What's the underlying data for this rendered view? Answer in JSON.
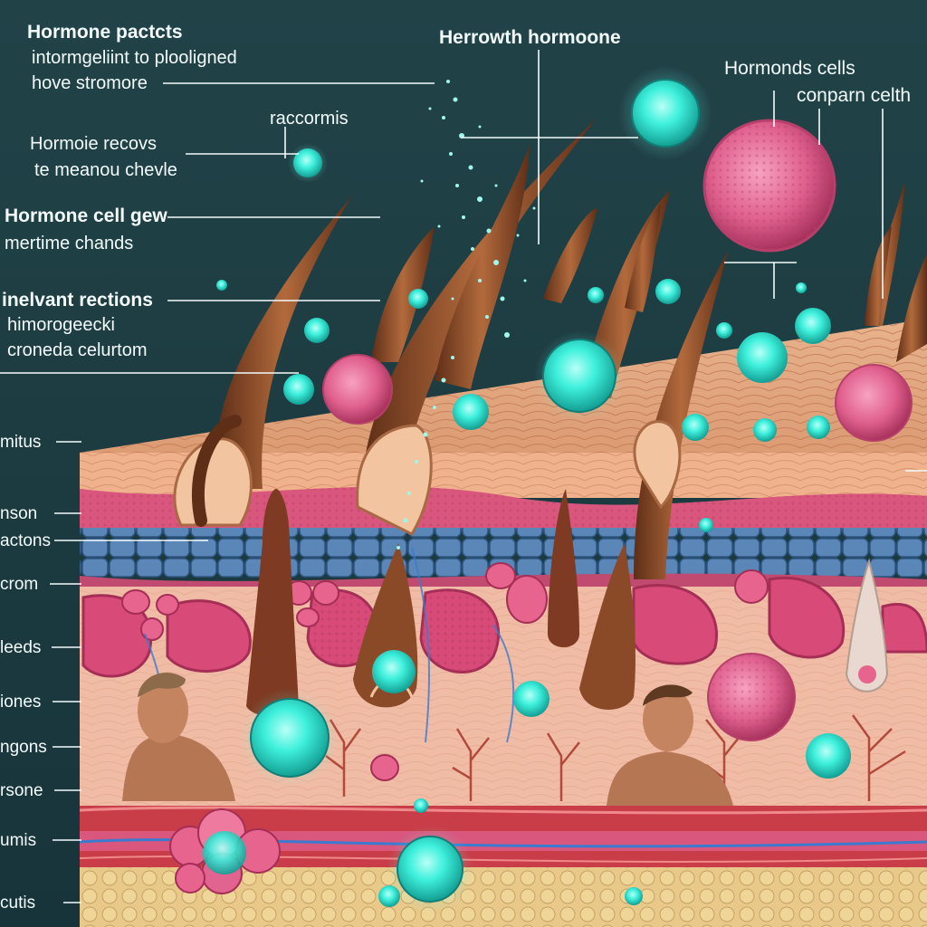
{
  "labels": {
    "top_left_1": "Hormone pactcts",
    "top_left_2": "intormgeliint to plooligned",
    "top_left_3": "hove stromore",
    "top_center": "Herrowth hormoone",
    "top_right_1": "Hormonds cells",
    "top_right_2": "conparn celth",
    "mid_racc": "raccormis",
    "left_a1": "Hormoie recovs",
    "left_a2": "te meanou chevle",
    "left_b1": "Hormone cell gew",
    "left_b2": "mertime chands",
    "left_c1": "inelvant rections",
    "left_c2": "himorogeecki",
    "left_c3": "croneda celurtom",
    "side_1": "mitus",
    "side_2": "nson",
    "side_3": "actons",
    "side_4": "crom",
    "side_5": "leeds",
    "side_6": "iones",
    "side_7": "ngons",
    "side_8": "rsone",
    "side_9": "umis",
    "side_10": "cutis"
  },
  "colors": {
    "background": "#1f4046",
    "skin": "#e3a983",
    "epidermis": "#f0b48e",
    "pink_layer": "#d9567d",
    "blue_layer": "#5a86b8",
    "dermis": "#f3c0a9",
    "vessel_red": "#c83d48",
    "fat": "#e8c98a",
    "hormone_teal": "#3ef0dc",
    "cell_pink": "#e0608e",
    "hair": "#8a4a28"
  }
}
